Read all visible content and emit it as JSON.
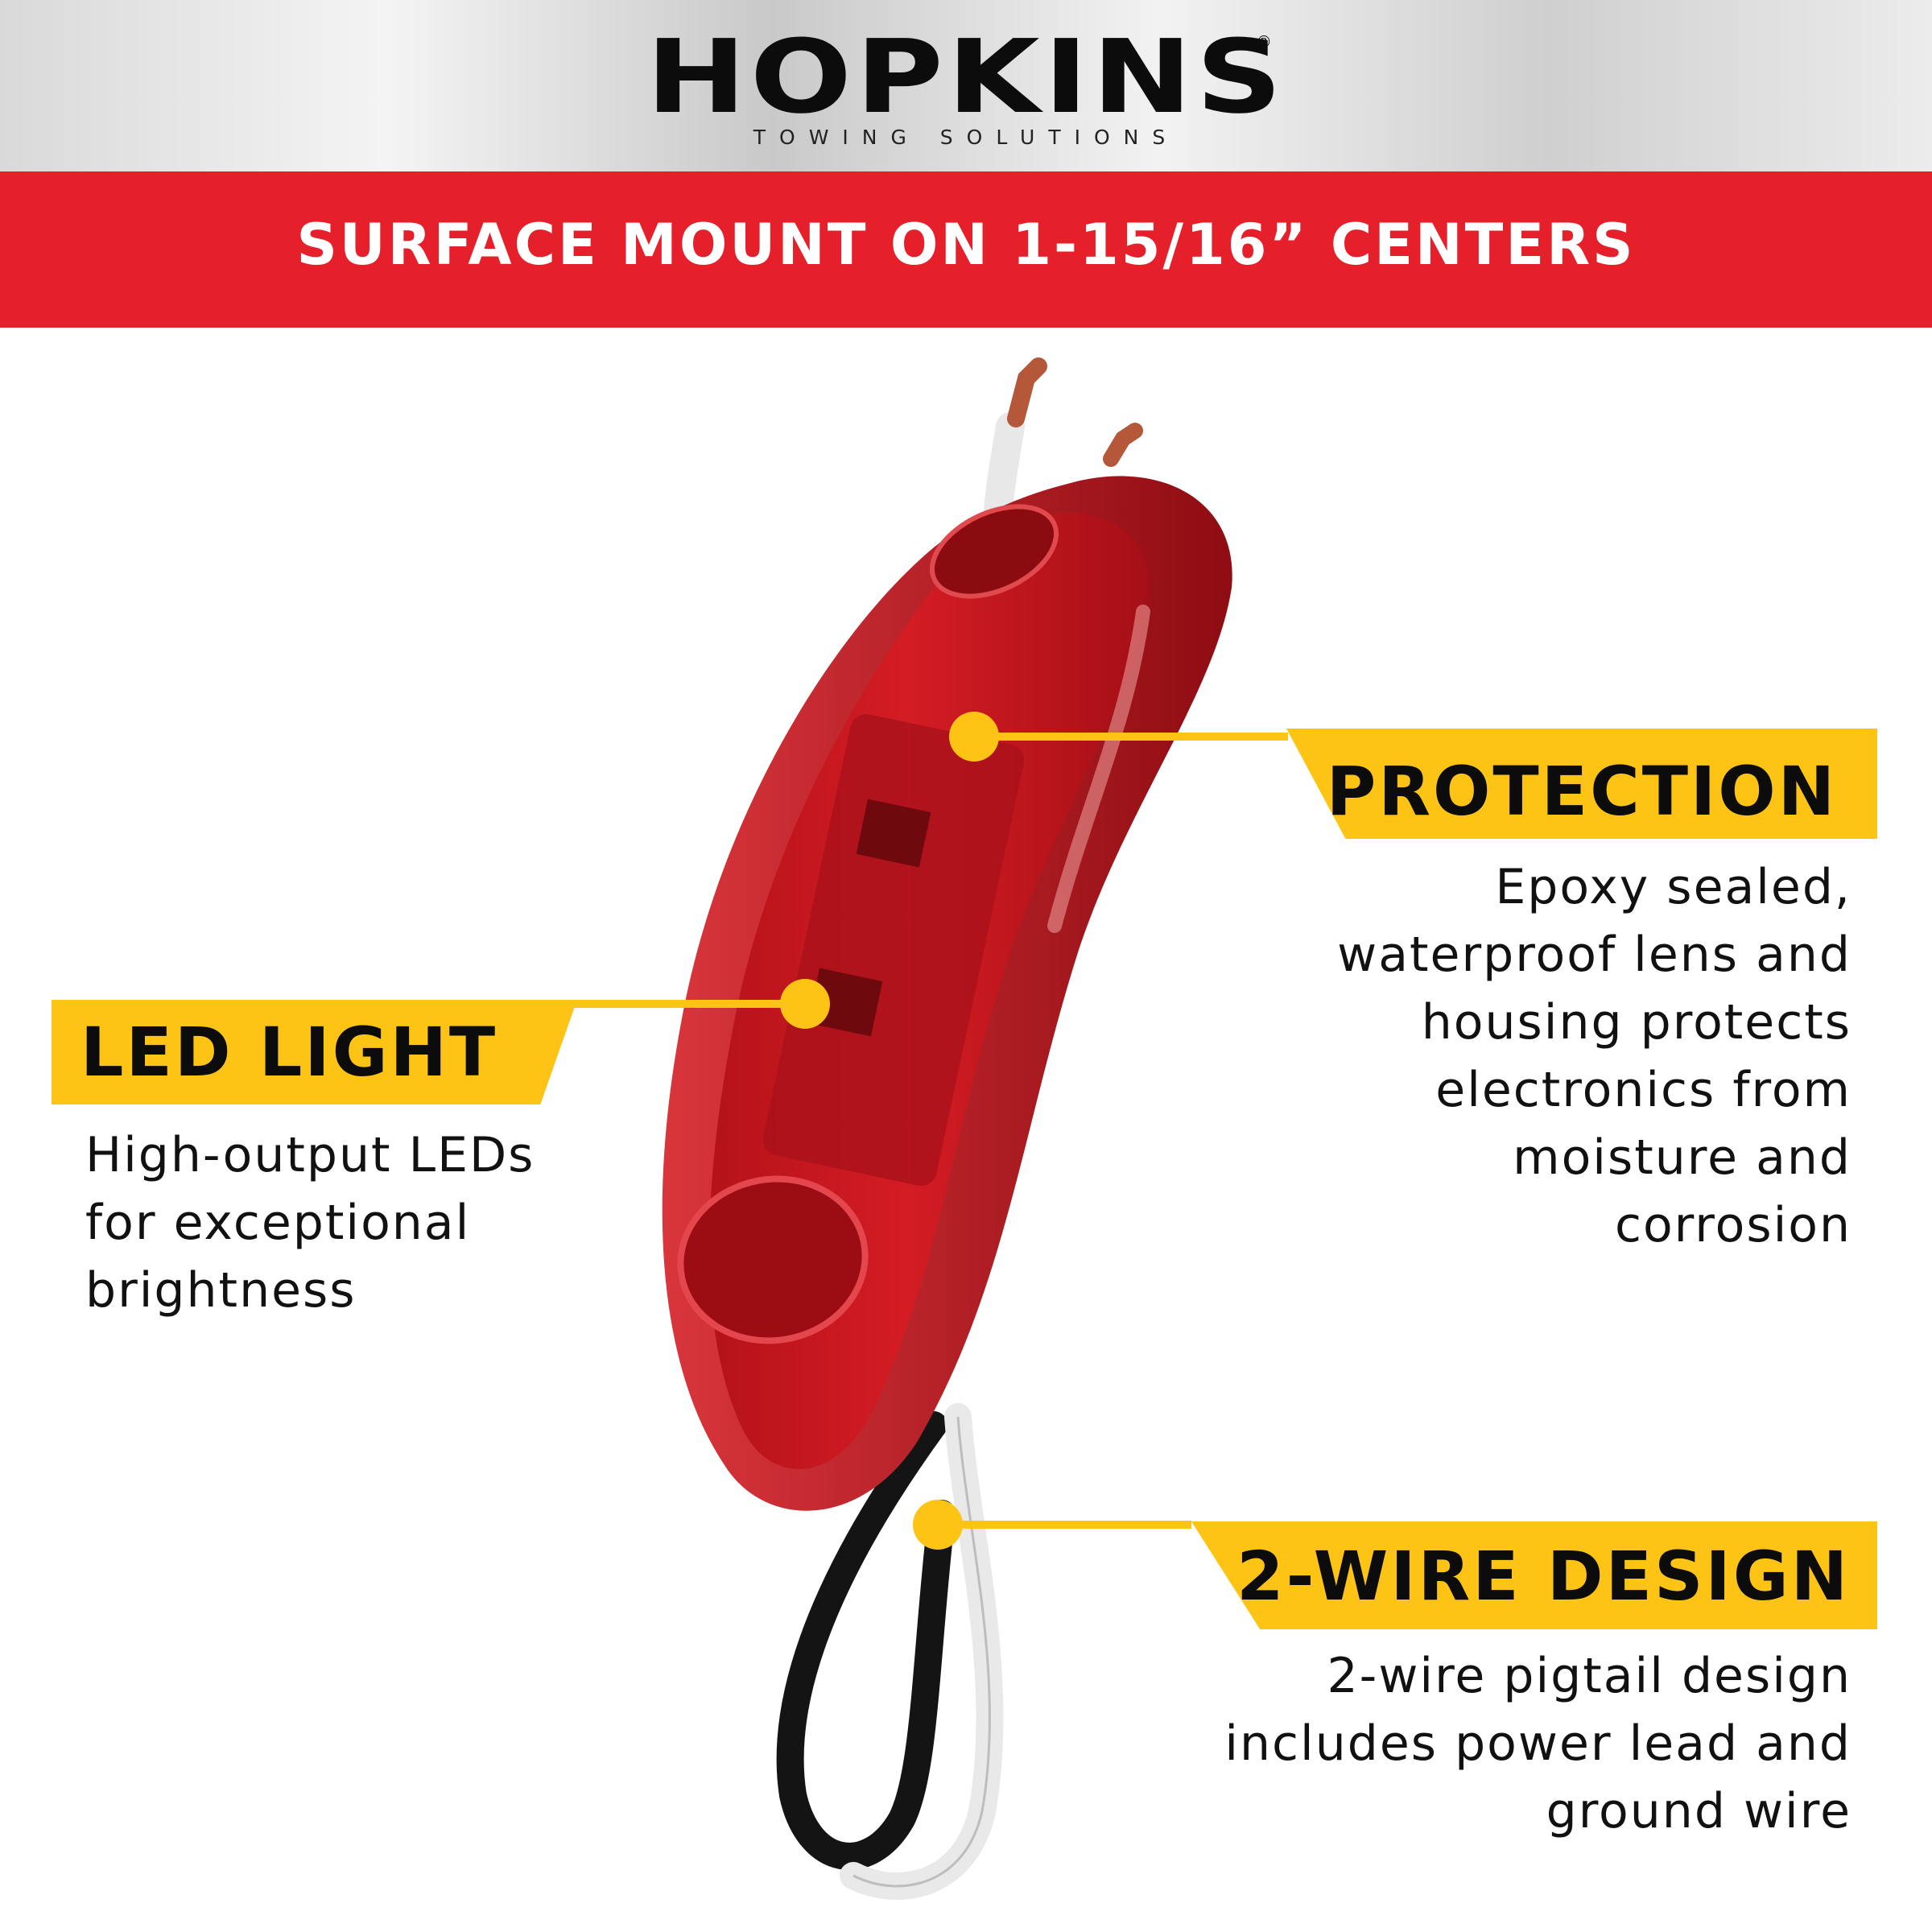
{
  "brand": {
    "name": "HOPKINS",
    "registered_mark": "®",
    "tagline": "TOWING SOLUTIONS"
  },
  "headline": "SURFACE MOUNT ON 1-15/16” CENTERS",
  "features": {
    "protection": {
      "title": "PROTECTION",
      "lines": [
        "Epoxy sealed,",
        "waterproof lens and",
        "housing protects",
        "electronics from",
        "moisture and",
        "corrosion"
      ]
    },
    "led": {
      "title": "LED LIGHT",
      "lines": [
        "High-output LEDs",
        "for exceptional",
        "brightness"
      ]
    },
    "wire": {
      "title": "2-WIRE DESIGN",
      "lines": [
        "2-wire pigtail design",
        "includes power lead and",
        "ground wire"
      ]
    }
  },
  "colors": {
    "band_red": "#e6202a",
    "callout_yellow": "#fdc415",
    "lens_red": "#c8151d"
  }
}
